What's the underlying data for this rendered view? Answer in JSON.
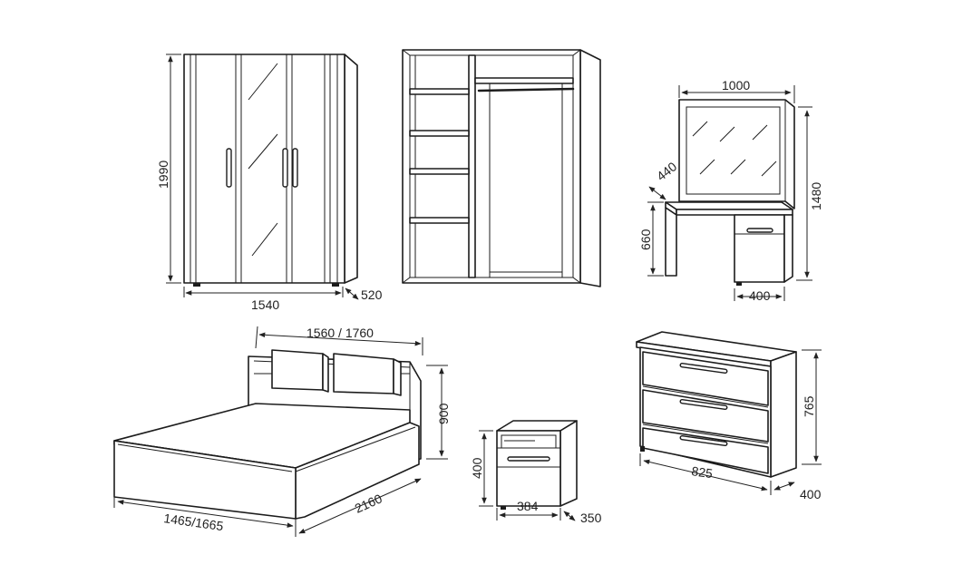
{
  "dimensions": {
    "wardrobe_height": "1990",
    "wardrobe_width": "1540",
    "wardrobe_depth": "520",
    "vanity_width": "1000",
    "vanity_depth": "440",
    "vanity_height": "1480",
    "vanity_table_height": "660",
    "vanity_cabinet_width": "400",
    "bed_width": "1560 / 1760",
    "bed_headboard_height": "900",
    "bed_length": "2160",
    "bed_frame_width": "1465/1665",
    "nightstand_height": "400",
    "nightstand_width": "384",
    "nightstand_depth": "350",
    "dresser_height": "765",
    "dresser_width": "825",
    "dresser_depth": "400"
  }
}
